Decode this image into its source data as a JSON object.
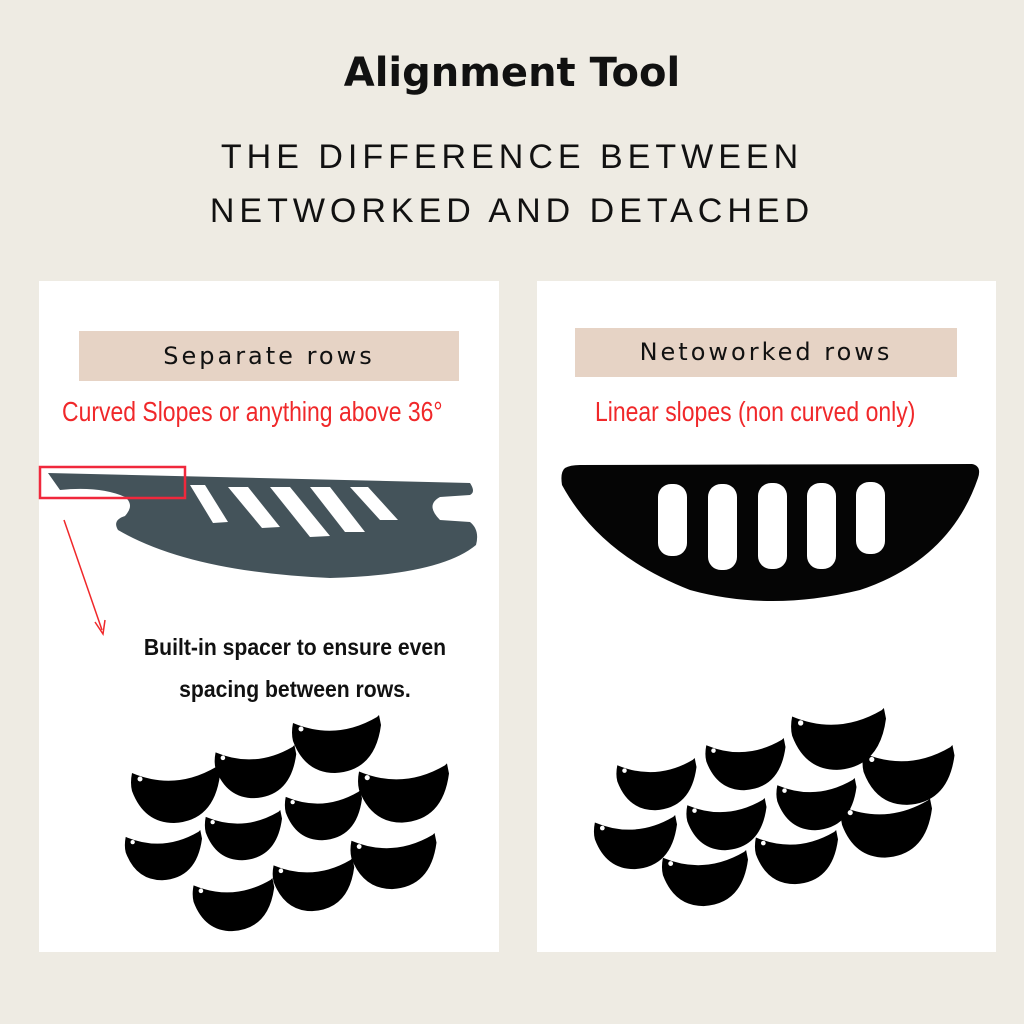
{
  "header": {
    "title": "Alignment Tool",
    "subtitle_line1": "THE DIFFERENCE BETWEEN",
    "subtitle_line2": "NETWORKED AND DETACHED"
  },
  "left_panel": {
    "label": "Separate rows",
    "condition": "Curved Slopes or anything above 36°",
    "note_line1": "Built-in spacer to ensure even",
    "note_line2": "spacing between rows."
  },
  "right_panel": {
    "label": "Netoworked rows",
    "condition": "Linear slopes (non curved only)"
  },
  "colors": {
    "background": "#eeebe3",
    "label_bg": "#e6d3c5",
    "accent_red": "#f0282a"
  }
}
